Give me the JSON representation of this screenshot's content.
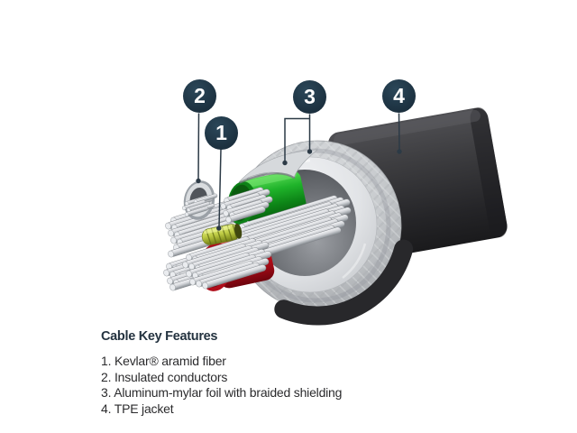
{
  "figure": {
    "callouts": [
      {
        "number": "1"
      },
      {
        "number": "2"
      },
      {
        "number": "3"
      },
      {
        "number": "4"
      }
    ],
    "palette": {
      "callout_navy": "#1d3342",
      "leader_line": "#2c3a46",
      "conductor_green": "#14a01f",
      "conductor_red": "#c40f1d",
      "kevlar_yellow": "#bfcc45",
      "strand_silver": "#ccced3",
      "braid_gray": "#c6c9cc",
      "foil_silver": "#e4e6e9",
      "jacket_black": "#2c2c2f",
      "background": "#ffffff",
      "text_dark": "#2b2b2d"
    }
  },
  "features": {
    "title": "Cable Key Features",
    "items": [
      "1. Kevlar® aramid fiber",
      "2. Insulated conductors",
      "3. Aluminum-mylar foil with braided shielding",
      "4. TPE jacket"
    ]
  }
}
